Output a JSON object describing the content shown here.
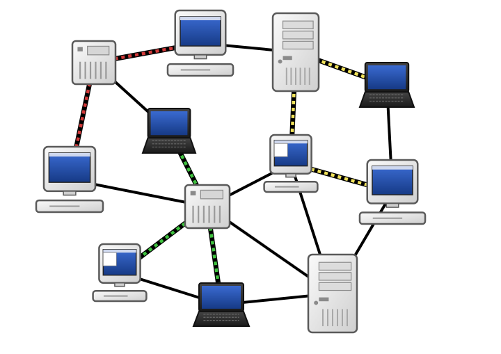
{
  "diagram": {
    "nodes": [
      {
        "id": "server-top-left",
        "kind": "small-server"
      },
      {
        "id": "desktop-top",
        "kind": "desktop"
      },
      {
        "id": "tower-top",
        "kind": "tower"
      },
      {
        "id": "laptop-top-right",
        "kind": "laptop"
      },
      {
        "id": "laptop-center-left",
        "kind": "laptop"
      },
      {
        "id": "desktop-left",
        "kind": "desktop"
      },
      {
        "id": "desktop-center",
        "kind": "desktop-with-window"
      },
      {
        "id": "desktop-right",
        "kind": "desktop"
      },
      {
        "id": "server-center",
        "kind": "small-server"
      },
      {
        "id": "desktop-bottom-left",
        "kind": "desktop-with-window"
      },
      {
        "id": "laptop-bottom",
        "kind": "laptop"
      },
      {
        "id": "tower-bottom-right",
        "kind": "tower"
      }
    ],
    "links": [
      {
        "from": "server-top-left",
        "to": "desktop-top",
        "style": "dashed",
        "color": "#d23a3a"
      },
      {
        "from": "server-top-left",
        "to": "desktop-left",
        "style": "dashed",
        "color": "#d23a3a"
      },
      {
        "from": "server-top-left",
        "to": "laptop-center-left",
        "style": "solid",
        "color": "#000000"
      },
      {
        "from": "desktop-top",
        "to": "tower-top",
        "style": "solid",
        "color": "#000000"
      },
      {
        "from": "tower-top",
        "to": "laptop-top-right",
        "style": "dashed",
        "color": "#f2e35a"
      },
      {
        "from": "tower-top",
        "to": "desktop-center",
        "style": "dashed",
        "color": "#f2e35a"
      },
      {
        "from": "laptop-top-right",
        "to": "desktop-right",
        "style": "solid",
        "color": "#000000"
      },
      {
        "from": "desktop-center",
        "to": "desktop-right",
        "style": "dashed",
        "color": "#f2e35a"
      },
      {
        "from": "laptop-center-left",
        "to": "server-center",
        "style": "dashed",
        "color": "#3fc23f"
      },
      {
        "from": "desktop-left",
        "to": "server-center",
        "style": "solid",
        "color": "#000000"
      },
      {
        "from": "server-center",
        "to": "desktop-center",
        "style": "solid",
        "color": "#000000"
      },
      {
        "from": "server-center",
        "to": "desktop-bottom-left",
        "style": "dashed",
        "color": "#3fc23f"
      },
      {
        "from": "server-center",
        "to": "laptop-bottom",
        "style": "dashed",
        "color": "#3fc23f"
      },
      {
        "from": "server-center",
        "to": "tower-bottom-right",
        "style": "solid",
        "color": "#000000"
      },
      {
        "from": "desktop-center",
        "to": "tower-bottom-right",
        "style": "solid",
        "color": "#000000"
      },
      {
        "from": "desktop-right",
        "to": "tower-bottom-right",
        "style": "solid",
        "color": "#000000"
      },
      {
        "from": "desktop-bottom-left",
        "to": "laptop-bottom",
        "style": "solid",
        "color": "#000000"
      },
      {
        "from": "laptop-bottom",
        "to": "tower-bottom-right",
        "style": "solid",
        "color": "#000000"
      }
    ],
    "colors": {
      "screen": "#1f4aa0",
      "screen_highlight": "#3a6ad0",
      "casing": "#e6e6e6",
      "casing_shadow": "#bdbdbd",
      "outline": "#5a5a5a",
      "laptop_body": "#2e2e2e"
    }
  }
}
